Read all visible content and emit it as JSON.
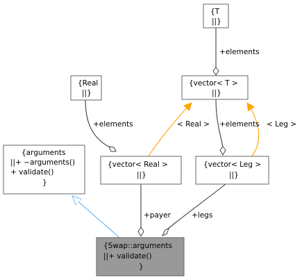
{
  "colors": {
    "member_edge": "#404040",
    "template_edge": "#ffa500",
    "inherit_edge": "#63b8ff",
    "node_fill": "#ffffff",
    "node_highlight": "#999999",
    "node_border": "#666666"
  },
  "nodes": {
    "T": {
      "lines": [
        "{T",
        "||}"
      ]
    },
    "vectorT": {
      "lines": [
        "{vector< T >",
        "||}"
      ]
    },
    "Real": {
      "lines": [
        "{Real",
        "||}"
      ]
    },
    "args": {
      "lines": [
        "{arguments",
        "||+ ~arguments()",
        "+ validate()",
        "}"
      ]
    },
    "vecReal": {
      "lines": [
        "{vector< Real >",
        "||}"
      ]
    },
    "vecLeg": {
      "lines": [
        "{vector< Leg >",
        "||}"
      ]
    },
    "swapArgs": {
      "lines": [
        "{Swap::arguments",
        "||+ validate()",
        "}"
      ]
    }
  },
  "edges": {
    "t_elements": "+elements",
    "real_elements": "+elements",
    "real_template": "< Real >",
    "leg_elements": "+elements",
    "leg_template": "< Leg >",
    "payer": "+payer",
    "legs": "+legs"
  }
}
